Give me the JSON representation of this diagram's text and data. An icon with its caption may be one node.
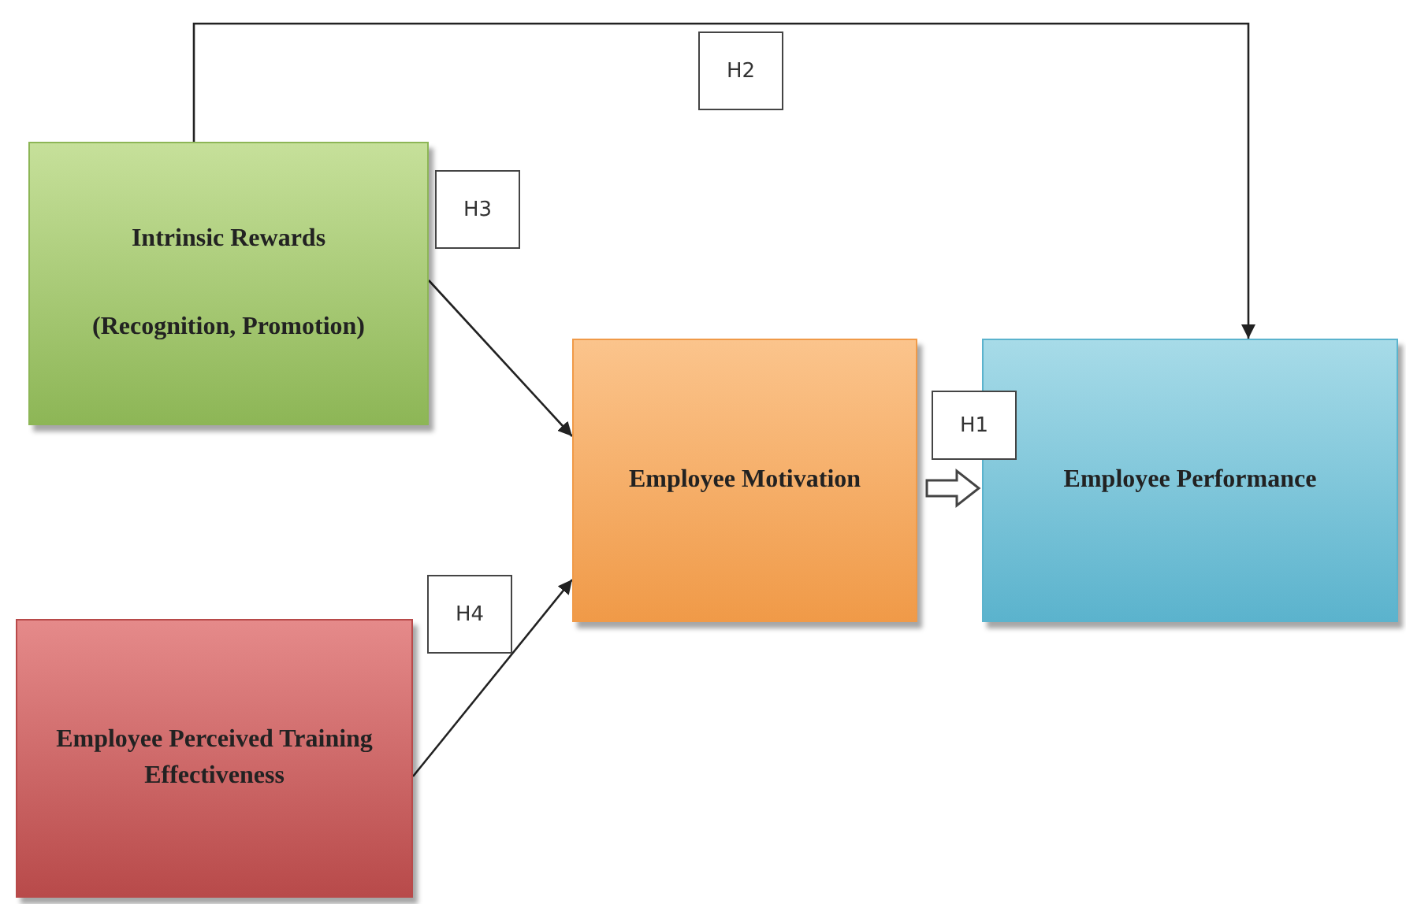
{
  "diagram": {
    "nodes": [
      {
        "text": [
          "Intrinsic Rewards",
          "(Recognition, Promotion)"
        ]
      },
      {
        "text": [
          "Employee Perceived Training Effectiveness"
        ]
      },
      {
        "text": [
          "Employee Motivation"
        ]
      },
      {
        "text": [
          "Employee Performance"
        ]
      }
    ],
    "edges": [
      {
        "from": 0,
        "to": 3,
        "arrow": "to",
        "label": "H2"
      },
      {
        "from": 0,
        "to": 2,
        "arrow": "to",
        "label": "H3"
      },
      {
        "from": 1,
        "to": 2,
        "arrow": "to",
        "label": "H4"
      },
      {
        "from": 2,
        "to": 3,
        "arrow": "to",
        "label": "H1",
        "style": "thick"
      }
    ]
  }
}
